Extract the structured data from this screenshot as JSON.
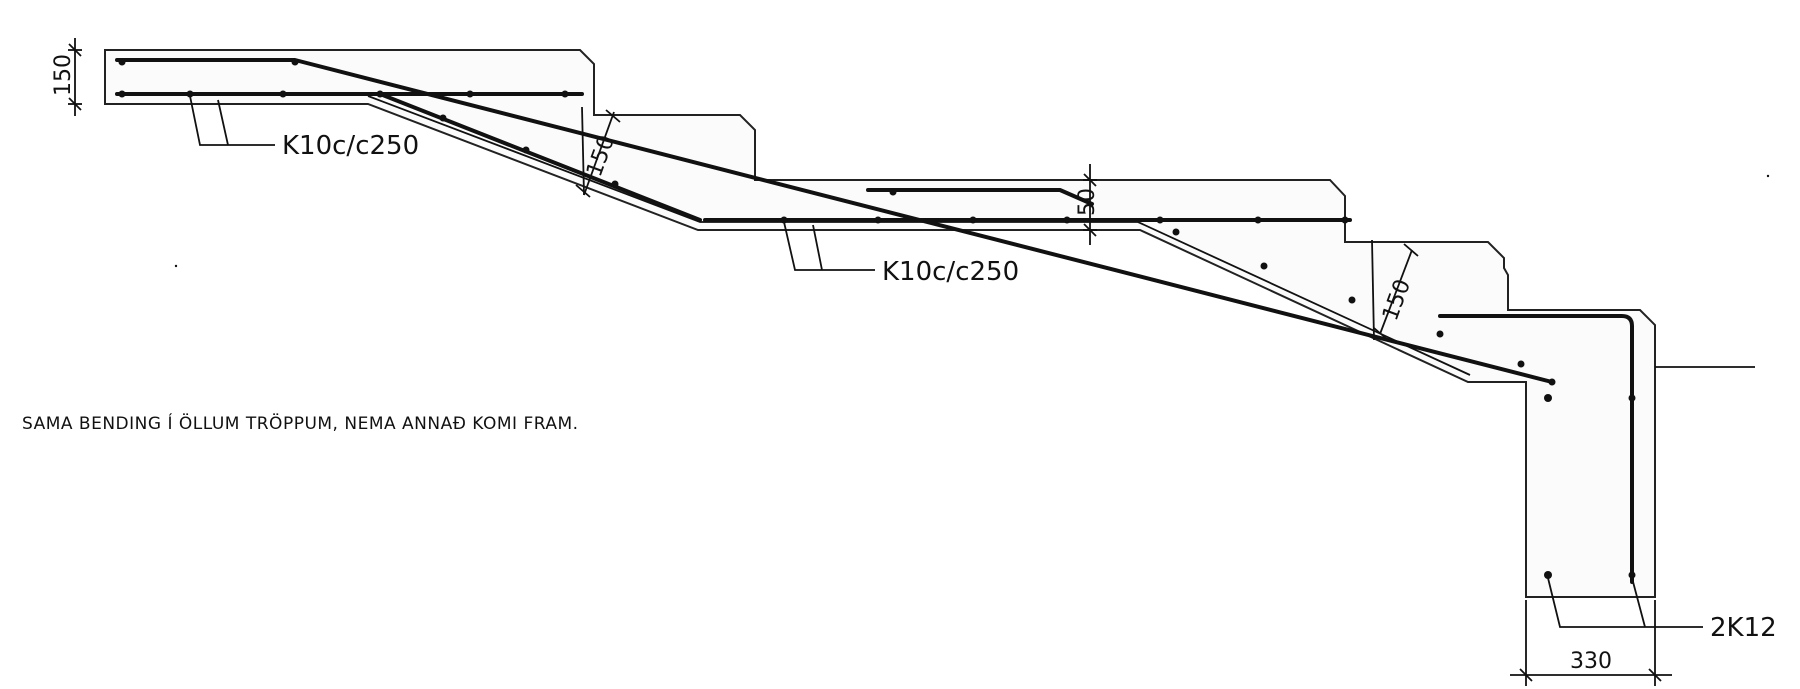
{
  "labels": {
    "rebar_callout_1": "K10c/c250",
    "rebar_callout_2": "K10c/c250",
    "rebar_callout_3": "2K12",
    "note": "SAMA BENDING Í ÖLLUM TRÖPPUM, NEMA ANNAÐ KOMI FRAM.",
    "dim_slab_thickness": "150",
    "dim_flight_thickness_1": "150",
    "dim_landing_step": "50",
    "dim_flight_thickness_2": "150",
    "dim_footing_width": "330"
  }
}
